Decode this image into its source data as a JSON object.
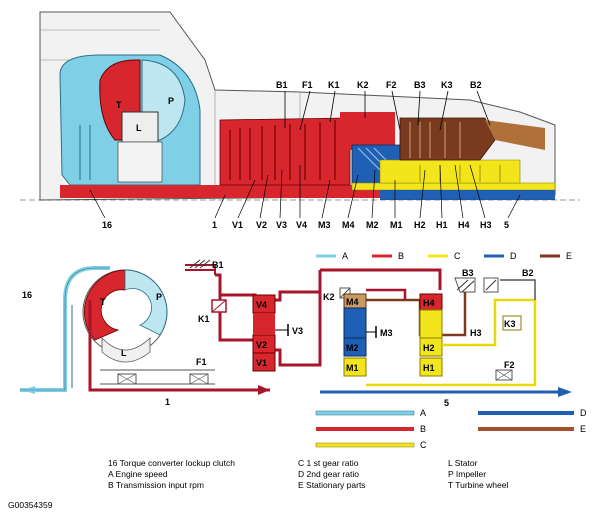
{
  "top_labels": {
    "above": [
      "B1",
      "F1",
      "K1",
      "K2",
      "F2",
      "B3",
      "K3",
      "B2"
    ],
    "below": [
      "16",
      "1",
      "V1",
      "V2",
      "V3",
      "V4",
      "M3",
      "M4",
      "M2",
      "M1",
      "H2",
      "H1",
      "H4",
      "H3",
      "5"
    ]
  },
  "legend_top": [
    {
      "key": "A",
      "color": "#7fd0e6"
    },
    {
      "key": "B",
      "color": "#d8262e"
    },
    {
      "key": "C",
      "color": "#f2e51c"
    },
    {
      "key": "D",
      "color": "#1f5fb4"
    },
    {
      "key": "E",
      "color": "#7a3a1e"
    }
  ],
  "schematic": {
    "converter": {
      "t": "T",
      "p": "P",
      "l": "L",
      "num": "16"
    },
    "clutches": [
      "B1",
      "K1",
      "F1",
      "K2",
      "B3",
      "H3",
      "B2",
      "K3",
      "F2",
      "V3",
      "M3"
    ],
    "gearsets": {
      "v": [
        "V4",
        "V2",
        "V1"
      ],
      "m": [
        "M4",
        "M2",
        "M1"
      ],
      "h": [
        "H4",
        "H2",
        "H1"
      ]
    },
    "arrows": [
      "1",
      "5"
    ]
  },
  "legend_bottom": {
    "left": [
      {
        "key": "A",
        "color": "#7fd0e6"
      },
      {
        "key": "B",
        "color": "#d8262e"
      },
      {
        "key": "C",
        "color": "#f2e51c"
      }
    ],
    "right": [
      {
        "key": "D",
        "color": "#1f5fb4"
      },
      {
        "key": "E",
        "color": "#a0522d"
      }
    ]
  },
  "caption": {
    "col1": [
      "16 Torque converter lockup clutch",
      "A  Engine speed",
      "B  Transmission input rpm"
    ],
    "col2": [
      "C  1 st gear ratio",
      "D  2nd gear ratio",
      "E  Stationary parts"
    ],
    "col3": [
      "L  Stator",
      "P  Impeller",
      "T  Turbine wheel"
    ]
  },
  "figure_id": "G00354359"
}
